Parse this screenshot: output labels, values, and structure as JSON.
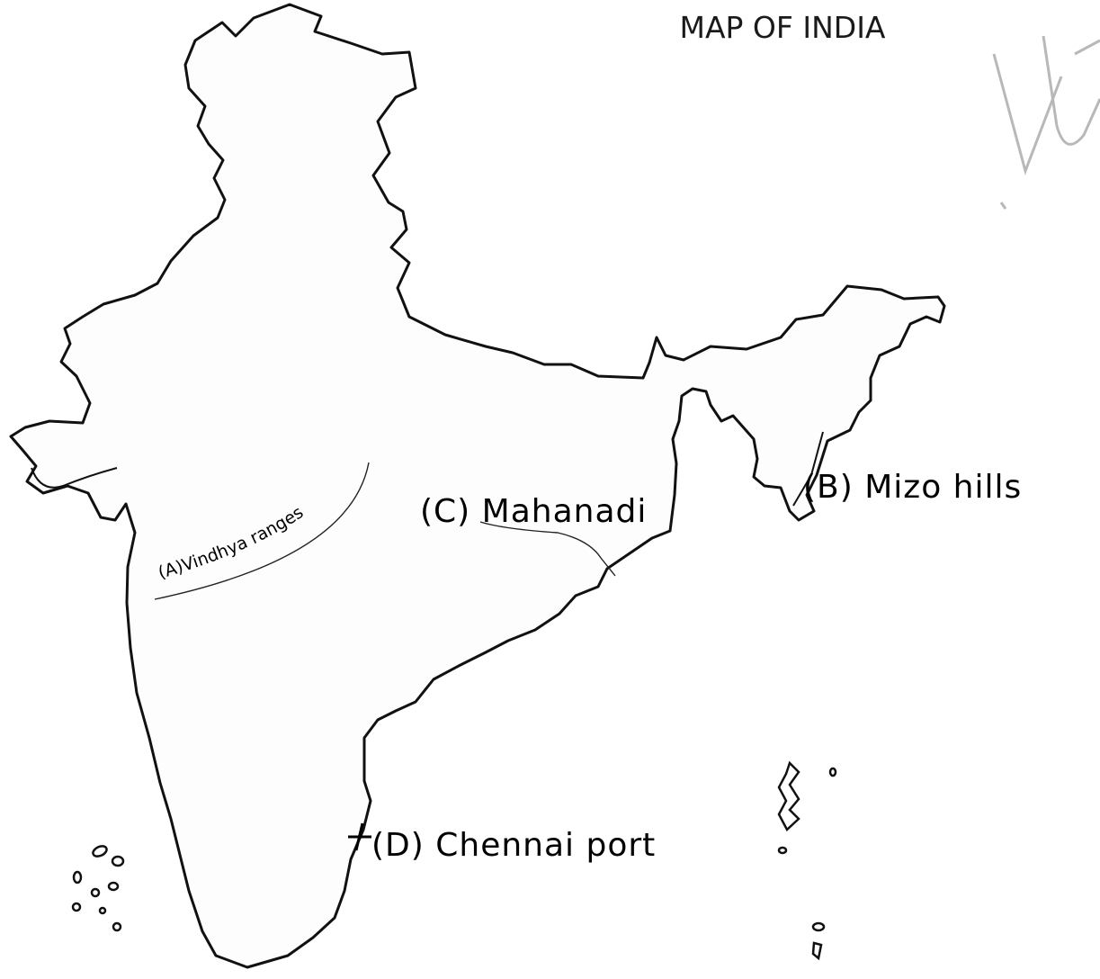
{
  "title": "MAP OF INDIA",
  "labels": {
    "vindhya": "(A)Vindhya ranges",
    "mizo": "(B) Mizo hills",
    "mahanadi": "(C) Mahanadi",
    "chennai": "(D) Chennai port"
  },
  "markers": {
    "chennai_marker": "+"
  },
  "colors": {
    "outline": "#111111",
    "land": "#fdfdfd",
    "text": "#000000",
    "watermark": "#b8b8b8"
  },
  "icons": {
    "port": "plus-marker",
    "range": "arc-line",
    "river": "river-line",
    "hills": "slash-line"
  }
}
